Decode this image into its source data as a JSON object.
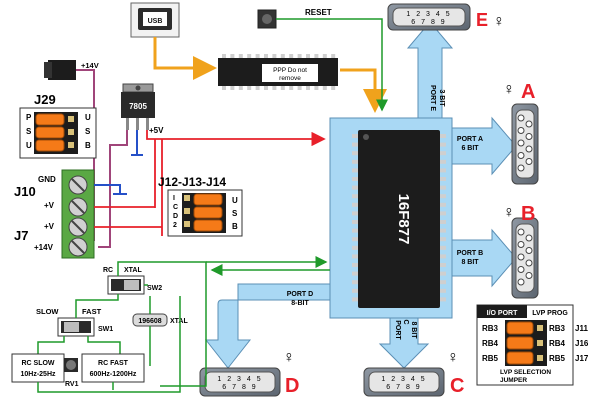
{
  "labels": {
    "usb": "USB",
    "ppp1": "PPP Do not",
    "ppp2": "remove",
    "reset": "RESET",
    "plus14v": "+14V",
    "reg7805": "7805",
    "plus5v": "+5V",
    "j29": "J29",
    "psu": [
      "P",
      "S",
      "U"
    ],
    "usbv": [
      "U",
      "S",
      "B"
    ],
    "gnd": "GND",
    "j10": "J10",
    "pv1": "+V",
    "pv2": "+V",
    "j7": "J7",
    "p14v": "+14V",
    "j12": "J12-J13-J14",
    "icd2": [
      "I",
      "C",
      "D",
      "2"
    ],
    "usbv2": [
      "U",
      "S",
      "B"
    ],
    "chip": "16F877",
    "portE": [
      "PORT E",
      "3 BIT"
    ],
    "portA": [
      "PORT A",
      "6 BIT"
    ],
    "portB": [
      "PORT B",
      "8 BIT"
    ],
    "portD": [
      "PORT D",
      "8-BIT"
    ],
    "portC": [
      "PORT",
      "C",
      "8 BIT"
    ],
    "rc": "RC",
    "xtal": "XTAL",
    "sw2": "SW2",
    "slow": "SLOW",
    "fast": "FAST",
    "sw1": "SW1",
    "xtalchip": "196608",
    "xtal2": "XTAL",
    "rcslow": [
      "RC SLOW",
      "10Hz-25Hz"
    ],
    "rcfast": [
      "RC FAST",
      "600Hz-1200Hz"
    ],
    "rv1": "RV1",
    "ioport": "I/O PORT",
    "lvpprog": "LVP PROG",
    "rb3a": "RB3",
    "rb3b": "RB3",
    "j11": "J11",
    "rb4a": "RB4",
    "rb4b": "RB4",
    "j16": "J16",
    "rb5a": "RB5",
    "rb5b": "RB5",
    "j17": "J17",
    "lvpsel": [
      "LVP SELECTION",
      "JUMPER"
    ],
    "connA": "A",
    "connB": "B",
    "connC": "C",
    "connD": "D",
    "connE": "E",
    "female": "♀",
    "db9top": "1 2 3 4 5",
    "db9bot": "6 7 8 9"
  },
  "colors": {
    "arrow": "#a9d8f4",
    "arrowStroke": "#5b8fb5",
    "chip": "#1c1c1c",
    "red": "#e8202a",
    "green": "#1f9a2a",
    "orange": "#f0a21c",
    "purple": "#a0457a",
    "blue": "#2550c8",
    "jumper": "#f57a18",
    "termGreen": "#5aa844",
    "connLetter": "#e8202a"
  }
}
